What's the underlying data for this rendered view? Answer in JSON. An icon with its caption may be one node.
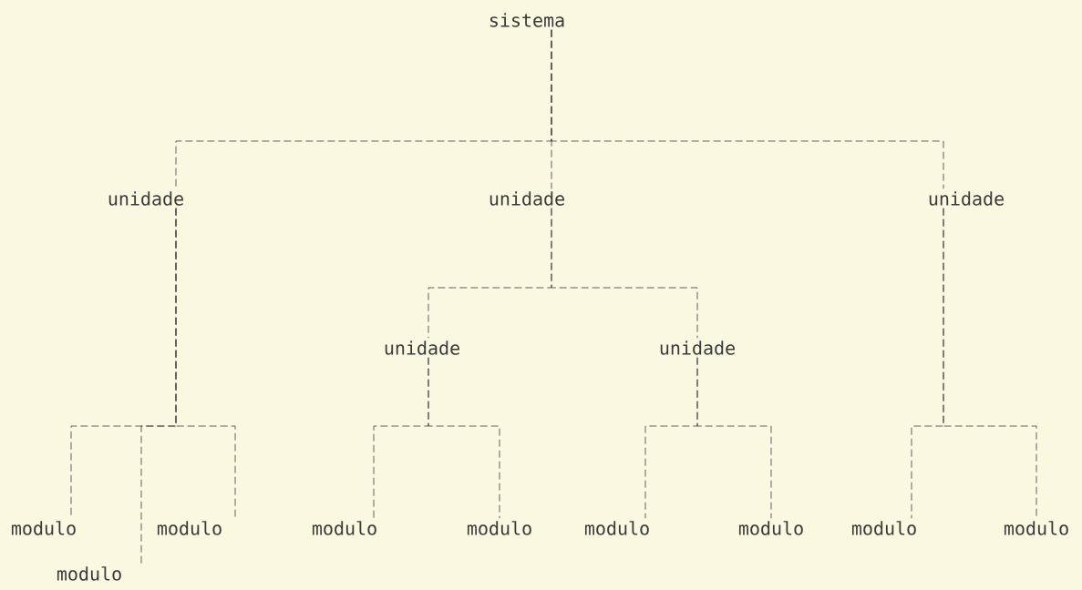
{
  "diagram": {
    "nodes": [
      {
        "text": [
          "sistema"
        ]
      },
      {
        "text": [
          "unidade"
        ]
      },
      {
        "text": [
          "unidade"
        ]
      },
      {
        "text": [
          "unidade"
        ]
      },
      {
        "text": [
          "unidade"
        ]
      },
      {
        "text": [
          "unidade"
        ]
      },
      {
        "text": [
          "modulo"
        ]
      },
      {
        "text": [
          "modulo"
        ]
      },
      {
        "text": [
          "modulo"
        ]
      },
      {
        "text": [
          "modulo"
        ]
      },
      {
        "text": [
          "modulo"
        ]
      },
      {
        "text": [
          "modulo"
        ]
      },
      {
        "text": [
          "modulo"
        ]
      },
      {
        "text": [
          "modulo"
        ]
      },
      {
        "text": [
          "modulo"
        ]
      }
    ],
    "edges": [
      {
        "from": 0,
        "to": 1,
        "arrow": "none"
      },
      {
        "from": 0,
        "to": 2,
        "arrow": "none"
      },
      {
        "from": 0,
        "to": 3,
        "arrow": "none"
      },
      {
        "from": 2,
        "to": 4,
        "arrow": "none"
      },
      {
        "from": 2,
        "to": 5,
        "arrow": "none"
      },
      {
        "from": 1,
        "to": 6,
        "arrow": "none"
      },
      {
        "from": 1,
        "to": 7,
        "arrow": "none"
      },
      {
        "from": 1,
        "to": 8,
        "arrow": "none"
      },
      {
        "from": 4,
        "to": 9,
        "arrow": "none"
      },
      {
        "from": 4,
        "to": 10,
        "arrow": "none"
      },
      {
        "from": 5,
        "to": 11,
        "arrow": "none"
      },
      {
        "from": 5,
        "to": 12,
        "arrow": "none"
      },
      {
        "from": 3,
        "to": 13,
        "arrow": "none"
      },
      {
        "from": 3,
        "to": 14,
        "arrow": "none"
      }
    ]
  }
}
